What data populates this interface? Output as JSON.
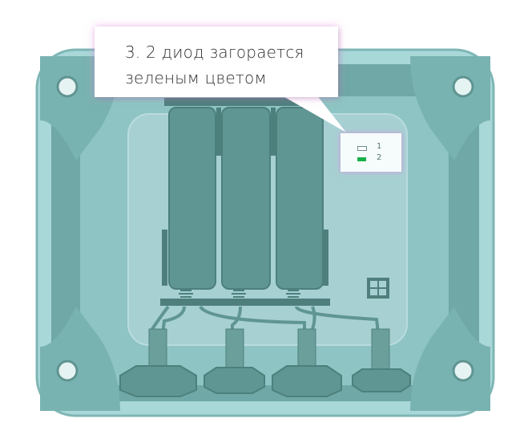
{
  "callout": {
    "line1": "3. 2 диод загорается",
    "line2": "зеленым цветом"
  },
  "indicator": {
    "led1_label": "1",
    "led2_label": "2",
    "led1_state": "off",
    "led2_state": "on",
    "led2_color": "#17b14a"
  },
  "colors": {
    "enclosure": "#9fd0cf",
    "enclosure_dark": "#4f8d89",
    "panel": "#a6cfd2",
    "battery": "#5f9491"
  }
}
